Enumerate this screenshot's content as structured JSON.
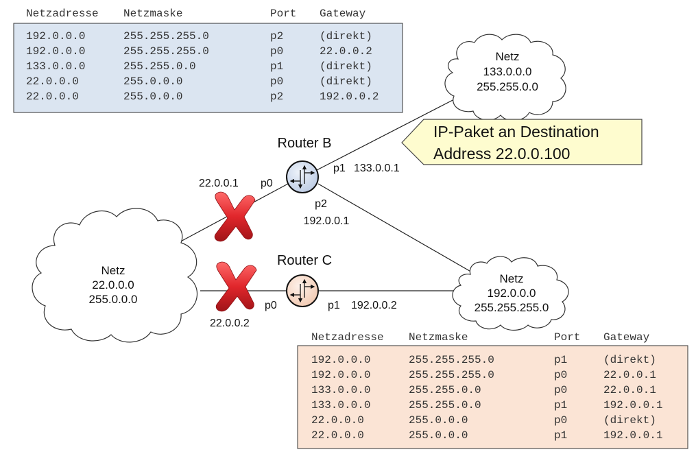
{
  "table_b": {
    "headers": [
      "Netzadresse",
      "Netzmaske",
      "Port",
      "Gateway"
    ],
    "rows": [
      [
        "192.0.0.0",
        "255.255.255.0",
        "p2",
        "(direkt)"
      ],
      [
        "192.0.0.0",
        "255.255.255.0",
        "p0",
        "22.0.0.2"
      ],
      [
        "133.0.0.0",
        "255.255.0.0",
        "p1",
        "(direkt)"
      ],
      [
        "22.0.0.0",
        "255.0.0.0",
        "p0",
        "(direkt)"
      ],
      [
        "22.0.0.0",
        "255.0.0.0",
        "p2",
        "192.0.0.2"
      ]
    ],
    "fill": "#dbe5f1"
  },
  "table_c": {
    "headers": [
      "Netzadresse",
      "Netzmaske",
      "Port",
      "Gateway"
    ],
    "rows": [
      [
        "192.0.0.0",
        "255.255.255.0",
        "p1",
        "(direkt)"
      ],
      [
        "192.0.0.0",
        "255.255.255.0",
        "p0",
        "22.0.0.1"
      ],
      [
        "133.0.0.0",
        "255.255.0.0",
        "p0",
        "22.0.0.1"
      ],
      [
        "133.0.0.0",
        "255.255.0.0",
        "p1",
        "192.0.0.1"
      ],
      [
        "22.0.0.0",
        "255.0.0.0",
        "p0",
        "(direkt)"
      ],
      [
        "22.0.0.0",
        "255.0.0.0",
        "p1",
        "192.0.0.1"
      ]
    ],
    "fill": "#fbe4d5"
  },
  "networks": {
    "net133": {
      "line1": "Netz",
      "line2": "133.0.0.0",
      "line3": "255.255.0.0"
    },
    "net22": {
      "line1": "Netz",
      "line2": "22.0.0.0",
      "line3": "255.0.0.0"
    },
    "net192": {
      "line1": "Netz",
      "line2": "192.0.0.0",
      "line3": "255.255.255.0"
    }
  },
  "router_b": {
    "label": "Router B",
    "p0_port": "p0",
    "p0_ip": "22.0.0.1",
    "p1_port": "p1",
    "p1_ip": "133.0.0.1",
    "p2_port": "p2",
    "p2_ip": "192.0.0.1",
    "color": "#cfdcef"
  },
  "router_c": {
    "label": "Router C",
    "p0_port": "p0",
    "p0_ip": "22.0.0.2",
    "p1_port": "p1",
    "p1_ip": "192.0.0.2",
    "color": "#f8dccb"
  },
  "callout": {
    "line1": "IP-Paket an Destination",
    "line2": "Address 22.0.0.100",
    "fill": "#fefccf"
  },
  "colors": {
    "cross": "#d9262b",
    "line": "#222222"
  }
}
